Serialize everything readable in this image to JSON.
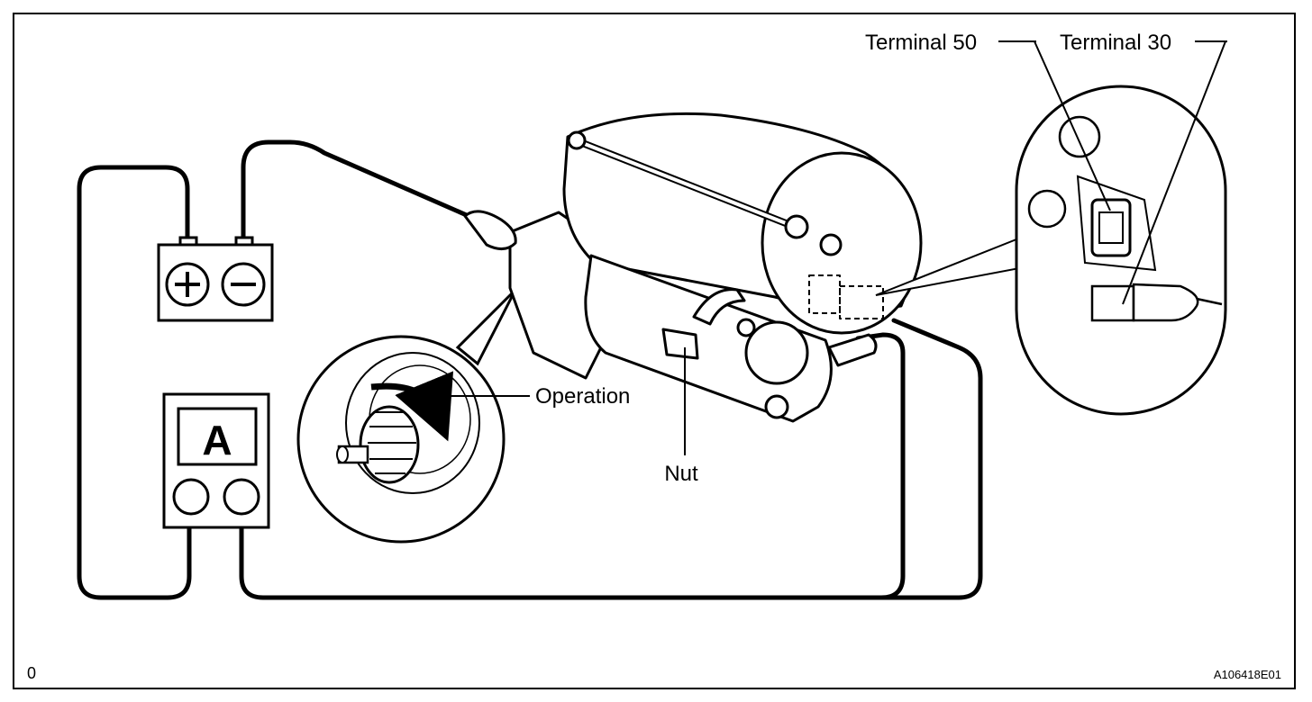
{
  "labels": {
    "terminal_50": "Terminal 50",
    "terminal_30": "Terminal 30",
    "operation": "Operation",
    "nut": "Nut"
  },
  "battery": {
    "plus_symbol": "+",
    "minus_symbol": "−"
  },
  "ammeter": {
    "letter": "A"
  },
  "corner": {
    "left": "0",
    "figure_code": "A106418E01"
  },
  "colors": {
    "line": "#000000",
    "background": "#ffffff",
    "fill_light": "#ffffff"
  }
}
